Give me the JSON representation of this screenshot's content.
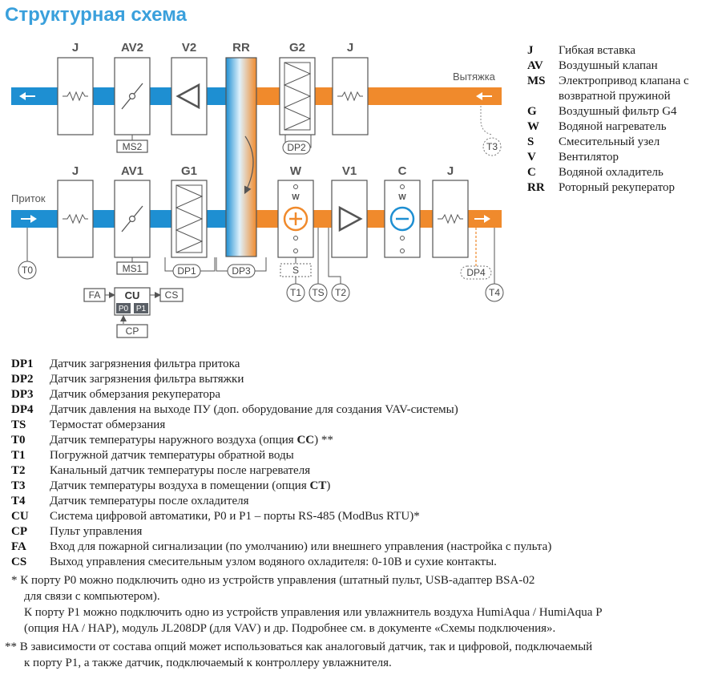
{
  "title": "Структурная схема",
  "modules": {
    "j_top_left": "J",
    "av2": "AV2",
    "v2": "V2",
    "rr": "RR",
    "g2": "G2",
    "j_top_right": "J",
    "j_bottom_left": "J",
    "av1": "AV1",
    "g1": "G1",
    "w": "W",
    "v1": "V1",
    "c": "C",
    "j_bottom_right": "J"
  },
  "small_labels": {
    "ms2": "MS2",
    "ms1": "MS1",
    "dp1": "DP1",
    "dp2": "DP2",
    "dp3": "DP3",
    "dp4": "DP4",
    "t0": "T0",
    "t1": "T1",
    "t2": "T2",
    "t3": "T3",
    "t4": "T4",
    "ts": "TS",
    "s": "S",
    "w_heater": "W",
    "w_cooler": "W"
  },
  "flow": {
    "exhaust": "Вытяжка",
    "supply": "Приток"
  },
  "automation": {
    "fa": "FA",
    "cu": "CU",
    "cs": "CS",
    "p0": "P0",
    "p1": "P1",
    "cp": "CP"
  },
  "legend_right": [
    {
      "key": "J",
      "text": "Гибкая вставка"
    },
    {
      "key": "AV",
      "text": "Воздушный клапан"
    },
    {
      "key": "MS",
      "text": "Электропривод клапана с"
    },
    {
      "key": "",
      "text": "возвратной пружиной"
    },
    {
      "key": "G",
      "text": "Воздушный фильтр G4"
    },
    {
      "key": "W",
      "text": "Водяной нагреватель"
    },
    {
      "key": "S",
      "text": "Смесительный узел"
    },
    {
      "key": "V",
      "text": "Вентилятор"
    },
    {
      "key": "C",
      "text": "Водяной охладитель"
    },
    {
      "key": "RR",
      "text": "Роторный рекуператор"
    }
  ],
  "legend_bottom": [
    {
      "key": "DP1",
      "text": "Датчик загрязнения фильтра притока"
    },
    {
      "key": "DP2",
      "text": "Датчик загрязнения фильтра вытяжки"
    },
    {
      "key": "DP3",
      "text": "Датчик обмерзания рекуператора"
    },
    {
      "key": "DP4",
      "text": "Датчик давления на выходе ПУ (доп. оборудование для создания VAV-системы)"
    },
    {
      "key": "TS",
      "text": "Термостат обмерзания"
    },
    {
      "key": "T0",
      "text": "Датчик температуры наружного воздуха (опция ",
      "bold": "CC",
      "after": ") **"
    },
    {
      "key": "T1",
      "text": "Погружной датчик температуры обратной воды"
    },
    {
      "key": "T2",
      "text": "Канальный датчик температуры после нагревателя"
    },
    {
      "key": "T3",
      "text": "Датчик температуры воздуха в помещении  (опция ",
      "bold": "CT",
      "after": ")"
    },
    {
      "key": "T4",
      "text": "Датчик температуры после охладителя"
    },
    {
      "key": "CU",
      "text": "Система цифровой автоматики, P0 и P1 – порты RS-485 (ModBus RTU)*"
    },
    {
      "key": "CP",
      "text": "Пульт управления"
    },
    {
      "key": "FA",
      "text": "Вход для пожарной сигнализации (по умолчанию) или внешнего управления (настройка с пульта)"
    },
    {
      "key": "CS",
      "text": "Выход управления смесительным узлом водяного охладителя: 0-10В и сухие контакты."
    }
  ],
  "footnotes": [
    "* К порту P0 можно подключить одно из устройств управления (штатный пульт, USB-адаптер BSA-02",
    "для связи с компьютером).",
    "К порту P1 можно подключить одно из устройств управления или увлажнитель воздуха HumiAqua /  HumiAqua P",
    "(опция HA / HAP), модуль JL208DP (для VAV) и др. Подробнее см. в документе «Схемы подключения».",
    "** В зависимости от состава опций может использоваться как аналоговый датчик, так и цифровой, подключаемый",
    "к порту P1, а также датчик, подключаемый к контроллеру увлажнителя."
  ],
  "colors": {
    "supply_duct": "#1e8fd2",
    "exhaust_duct": "#f08a2c",
    "title": "#3aa0dc"
  }
}
